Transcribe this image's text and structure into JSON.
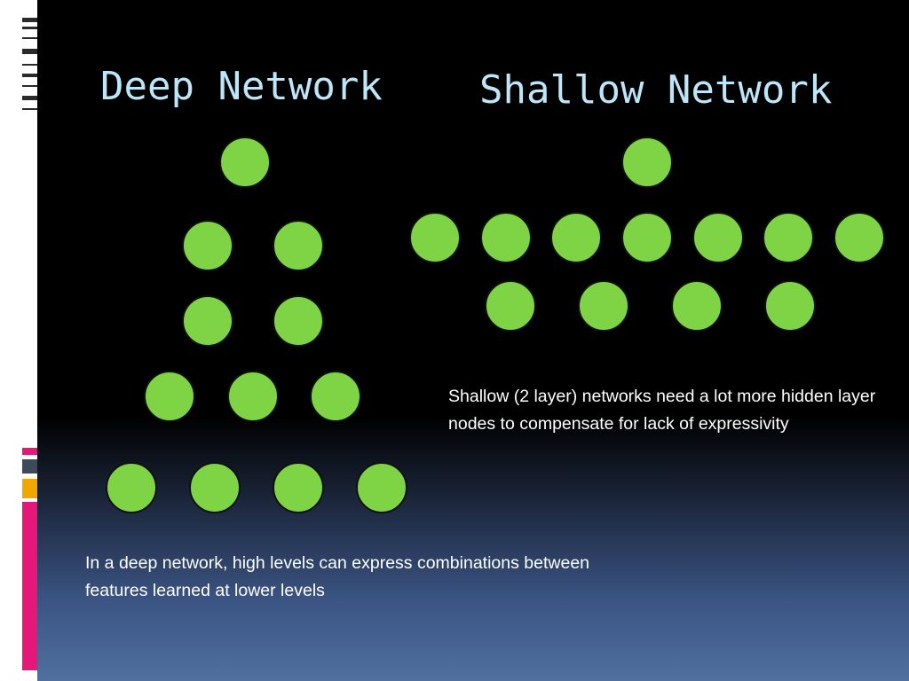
{
  "slide": {
    "title_deep": "Deep Network",
    "title_shallow": "Shallow Network",
    "caption_shallow": "Shallow (2 layer) networks need a lot more hidden layer nodes to compensate for lack of expressivity",
    "caption_deep": "In a deep network, high levels can express combinations between  features learned at lower levels"
  },
  "deep_network": {
    "layers": [
      {
        "layer": "top",
        "nodes": 1
      },
      {
        "layer": "hidden-4",
        "nodes": 2
      },
      {
        "layer": "hidden-3",
        "nodes": 2
      },
      {
        "layer": "hidden-2",
        "nodes": 3
      },
      {
        "layer": "input",
        "nodes": 4
      }
    ]
  },
  "shallow_network": {
    "layers": [
      {
        "layer": "top",
        "nodes": 1
      },
      {
        "layer": "hidden",
        "nodes": 7
      },
      {
        "layer": "input",
        "nodes": 4
      }
    ]
  },
  "colors": {
    "node_fill": "#7ed444",
    "title_color": "#bde6f8",
    "caption_color": "#ffffff",
    "accent_pink": "#e5187a",
    "accent_gold": "#f0a800"
  }
}
